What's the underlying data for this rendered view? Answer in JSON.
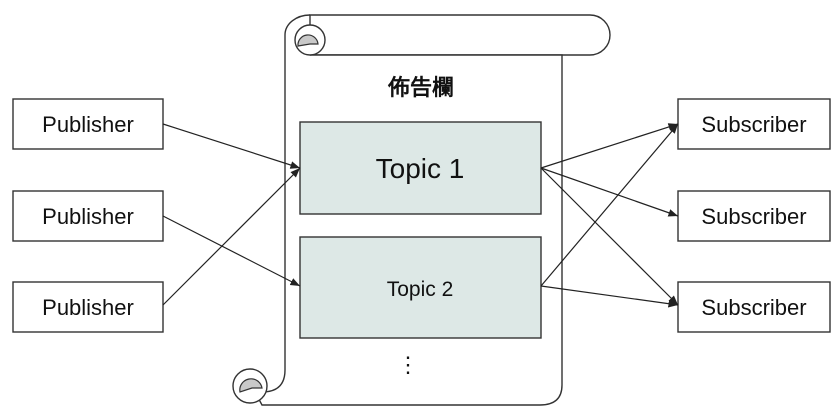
{
  "board": {
    "title": "佈告欄",
    "more_indicator": "⋮",
    "topics": [
      {
        "label": "Topic 1"
      },
      {
        "label": "Topic 2"
      }
    ]
  },
  "publishers": [
    {
      "label": "Publisher"
    },
    {
      "label": "Publisher"
    },
    {
      "label": "Publisher"
    }
  ],
  "subscribers": [
    {
      "label": "Subscriber"
    },
    {
      "label": "Subscriber"
    },
    {
      "label": "Subscriber"
    }
  ],
  "colors": {
    "topic_fill": "#dde8e6",
    "box_border": "#333333",
    "scroll_curl": "#c9c9c9",
    "arrow": "#222222"
  }
}
